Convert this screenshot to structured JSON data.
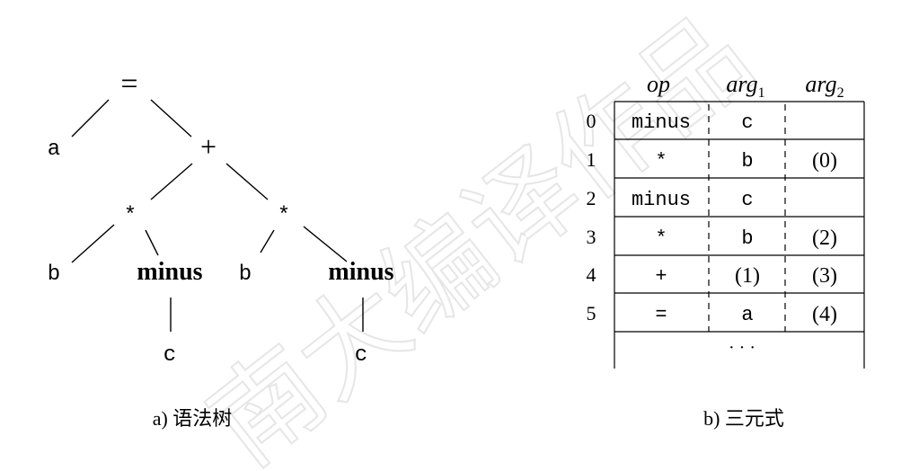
{
  "watermark": "南大编译作品",
  "tree": {
    "caption": "a) 语法树",
    "nodes": {
      "root": "=",
      "a": "a",
      "plus": "+",
      "mul_left": "*",
      "mul_right": "*",
      "b_left": "b",
      "minus_left": "minus",
      "b_right": "b",
      "minus_right": "minus",
      "c_left": "c",
      "c_right": "c"
    }
  },
  "triples": {
    "caption": "b) 三元式",
    "headers": {
      "op": "op",
      "arg1_base": "arg",
      "arg1_sub": "1",
      "arg2_base": "arg",
      "arg2_sub": "2"
    },
    "rows": [
      {
        "index": "0",
        "op": "minus",
        "arg1": "c",
        "arg2": ""
      },
      {
        "index": "1",
        "op": "*",
        "arg1": "b",
        "arg2": "(0)"
      },
      {
        "index": "2",
        "op": "minus",
        "arg1": "c",
        "arg2": ""
      },
      {
        "index": "3",
        "op": "*",
        "arg1": "b",
        "arg2": "(2)"
      },
      {
        "index": "4",
        "op": "+",
        "arg1": "(1)",
        "arg2": "(3)"
      },
      {
        "index": "5",
        "op": "=",
        "arg1": "a",
        "arg2": "(4)"
      }
    ],
    "ellipsis": "· · ·"
  }
}
